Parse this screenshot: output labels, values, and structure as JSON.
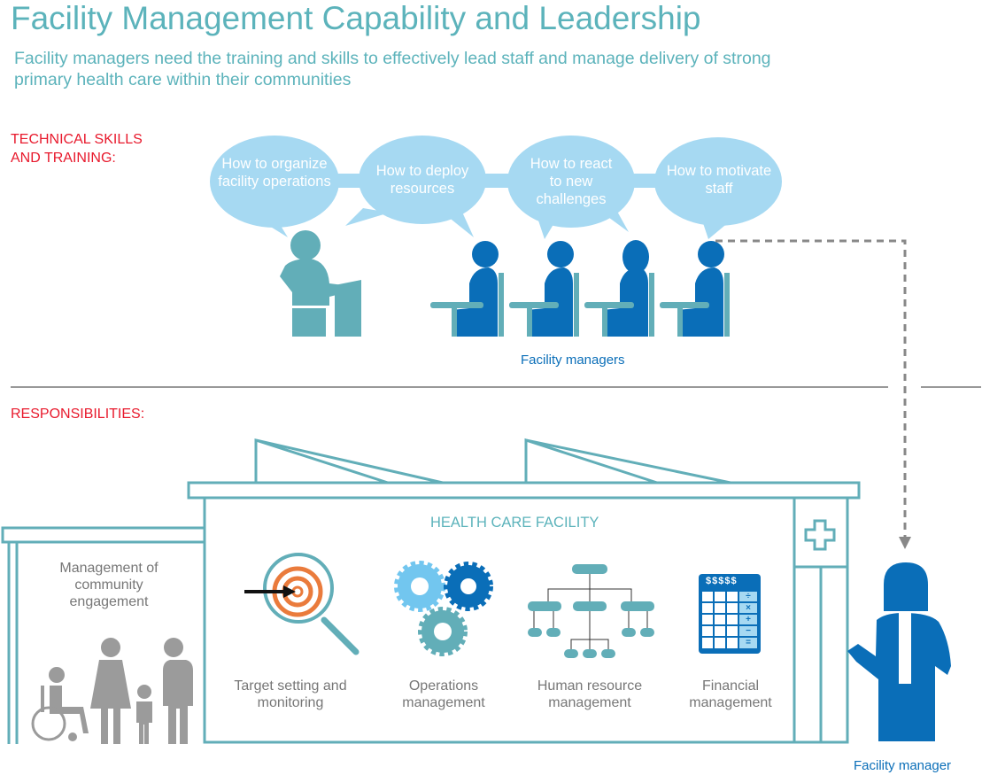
{
  "header": {
    "title": "Facility Management Capability and Leadership",
    "subtitle": "Facility managers need the training and skills to effectively lead staff and manage delivery of strong primary health care within their communities"
  },
  "training": {
    "heading_line1": "TECHNICAL SKILLS",
    "heading_line2": "AND TRAINING:",
    "bubbles": [
      "How to organize facility operations",
      "How to deploy resources",
      "How to react to new challenges",
      "How to motivate staff"
    ],
    "group_label": "Facility managers"
  },
  "responsibilities": {
    "heading": "RESPONSIBILITIES:",
    "facility_title": "HEALTH CARE FACILITY",
    "community_label": "Management of community engagement",
    "items": [
      "Target setting and monitoring",
      "Operations management",
      "Human resource management",
      "Financial management"
    ],
    "calculator_header": "$$$$$",
    "calculator_ops": [
      "÷",
      "×",
      "+",
      "−",
      "="
    ],
    "manager_label": "Facility manager"
  },
  "colors": {
    "teal": "#62aeb8",
    "dark_blue": "#0a6eb8",
    "light_blue": "#a6d9f2",
    "red": "#e8192c",
    "orange": "#ea7b3c",
    "gray": "#9b9b9b"
  }
}
